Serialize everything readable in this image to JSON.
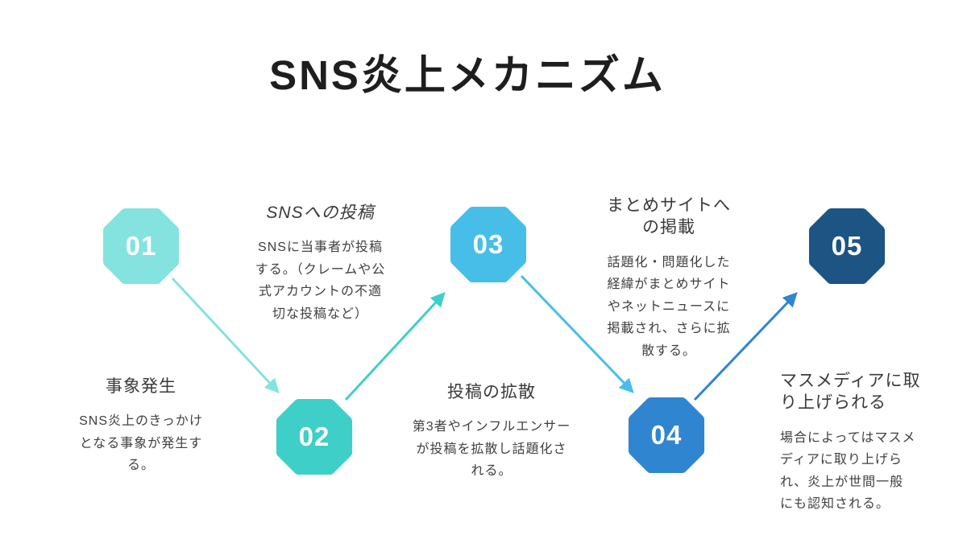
{
  "title": "SNS炎上メカニズム",
  "steps": [
    {
      "number": "01",
      "color": "#84e3de",
      "heading": "事象発生",
      "body": "SNS炎上のきっかけとなる事象が発生する。"
    },
    {
      "number": "02",
      "color": "#3ecfc8",
      "heading": "SNSへの投稿",
      "body": "SNSに当事者が投稿する。（クレームや公式アカウントの不適切な投稿など）"
    },
    {
      "number": "03",
      "color": "#46bee8",
      "heading": "投稿の拡散",
      "body": "第3者やインフルエンサーが投稿を拡散し話題化される。"
    },
    {
      "number": "04",
      "color": "#2f85d0",
      "heading": "まとめサイトへの掲載",
      "body": "話題化・問題化した経緯がまとめサイトやネットニュースに掲載され、さらに拡散する。"
    },
    {
      "number": "05",
      "color": "#1c5484",
      "heading": "マスメディアに取り上げられる",
      "body": "場合によってはマスメディアに取り上げられ、炎上が世間一般にも認知される。"
    }
  ],
  "colors": {
    "background": "#ffffff",
    "title_text": "#1e1e1e",
    "heading_text": "#3a3a3a",
    "body_text": "#404040",
    "badge_number": "#ffffff"
  }
}
